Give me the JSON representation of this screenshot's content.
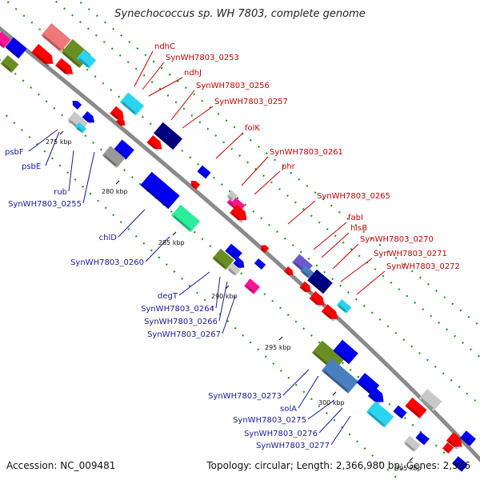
{
  "title": "Synechococcus sp. WH 7803, complete genome",
  "footer": {
    "accession": "Accession: NC_009481",
    "topology": "Topology: circular; Length: 2,366,980 bp; Genes: 2,586"
  },
  "colors": {
    "red": "#ff0000",
    "blue": "#0000ee",
    "navy": "#000080",
    "cyan": "#2ad4f0",
    "olive": "#6b8e23",
    "pink": "#ff1493",
    "gray": "#999999",
    "lightgray": "#c8c8c8",
    "steelblue": "#4a7fbf",
    "green": "#2aee9a",
    "salmon": "#ee7777",
    "slate": "#6a5acd"
  },
  "ticks": [
    "275 kbp",
    "280 kbp",
    "285 kbp",
    "290 kbp",
    "295 kbp",
    "300 kbp",
    "305 kbp"
  ],
  "labels_red": [
    "ndhC",
    "SynWH7803_0253",
    "ndhJ",
    "SynWH7803_0256",
    "SynWH7803_0257",
    "folK",
    "SynWH7803_0261",
    "phr",
    "SynWH7803_0265",
    "fabI",
    "hisB",
    "SynWH7803_0270",
    "SynWH7803_0271",
    "SynWH7803_0272"
  ],
  "labels_blue": [
    "psbF",
    "psbE",
    "rub",
    "SynWH7803_0255",
    "chlD",
    "SynWH7803_0260",
    "degT",
    "SynWH7803_0264",
    "SynWH7803_0266",
    "SynWH7803_0267",
    "SynWH7803_0273",
    "solA",
    "SynWH7803_0275",
    "SynWH7803_0276",
    "SynWH7803_0277"
  ]
}
